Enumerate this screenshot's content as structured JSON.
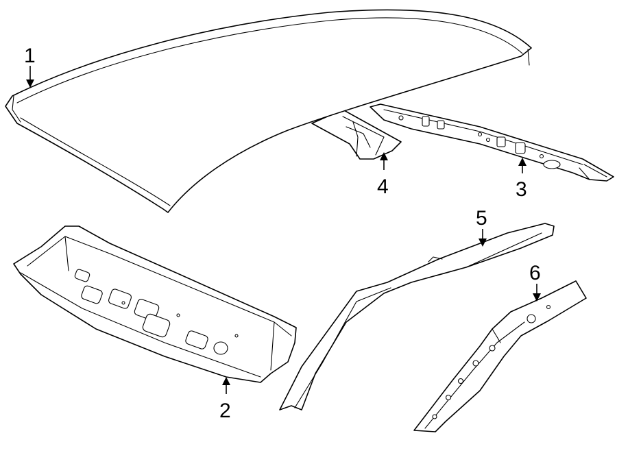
{
  "callouts": [
    {
      "id": "1",
      "label": "1",
      "part": "roof-panel"
    },
    {
      "id": "2",
      "label": "2",
      "part": "rear-header-panel"
    },
    {
      "id": "3",
      "label": "3",
      "part": "front-roof-rail"
    },
    {
      "id": "4",
      "label": "4",
      "part": "roof-bow-bracket"
    },
    {
      "id": "5",
      "label": "5",
      "part": "roof-side-rail"
    },
    {
      "id": "6",
      "label": "6",
      "part": "rear-pillar-reinforcement"
    }
  ],
  "colors": {
    "line": "#000000",
    "background": "#ffffff"
  }
}
